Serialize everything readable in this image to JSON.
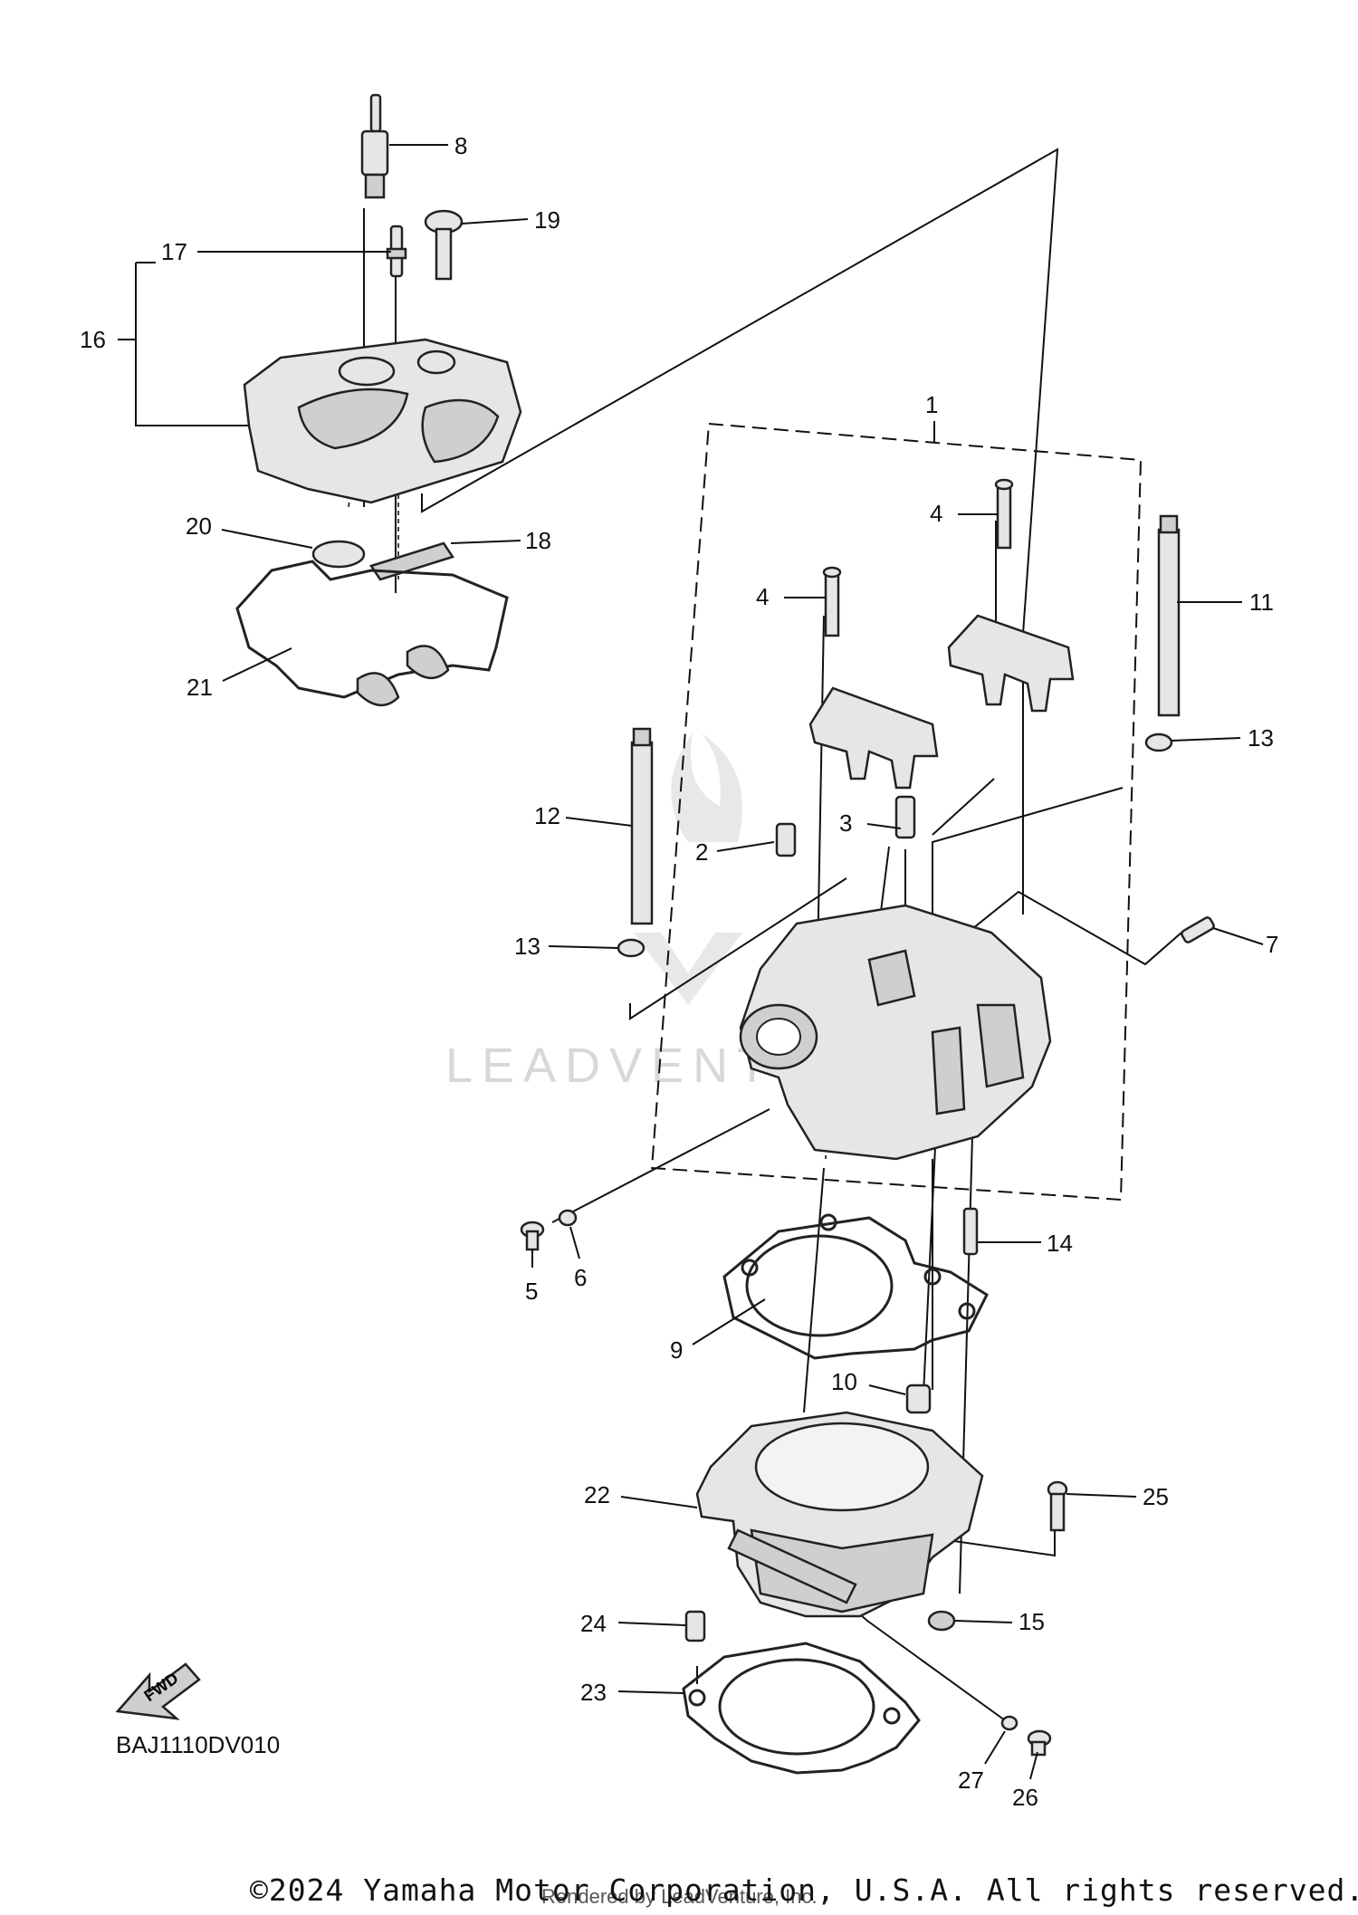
{
  "diagram_code": "BAJ1110DV010",
  "copyright": "©2024 Yamaha Motor Corporation, U.S.A. All rights reserved.",
  "rendered_by": "Rendered by LeadVenture, Inc.",
  "watermark": "LEADVENTURE",
  "fwd_label": "FWD",
  "callouts": [
    "1",
    "2",
    "3",
    "4",
    "5",
    "6",
    "7",
    "8",
    "9",
    "10",
    "11",
    "12",
    "13",
    "14",
    "15",
    "16",
    "17",
    "18",
    "19",
    "20",
    "21",
    "22",
    "23",
    "24",
    "25",
    "26",
    "27"
  ],
  "colors": {
    "line": "#111111",
    "part_fill": "#e6e6e6",
    "watermark": "#d8d8d8"
  }
}
